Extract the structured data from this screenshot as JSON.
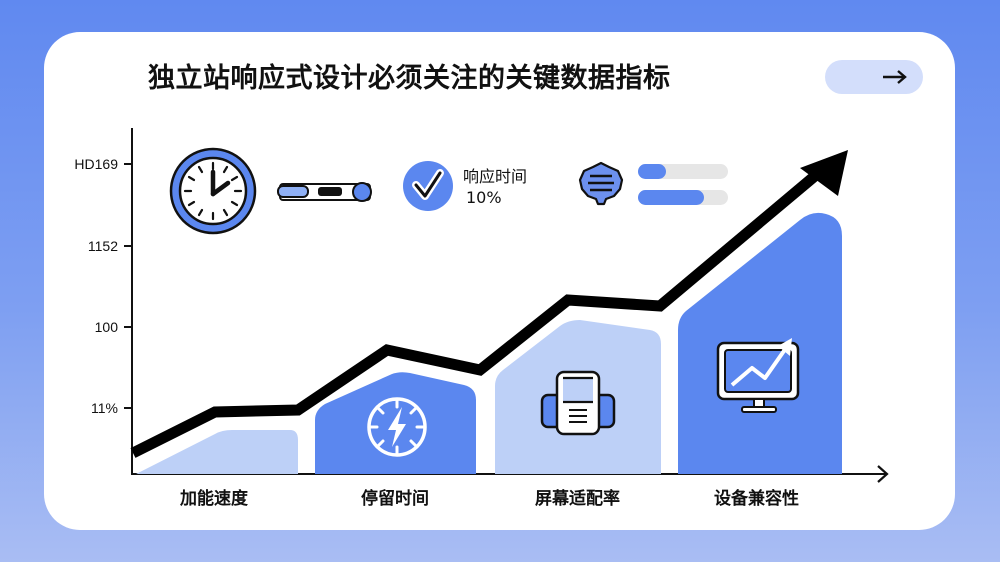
{
  "title": "独立站响应式设计必须关注的关键数据指标",
  "nav_button": {
    "icon": "arrow-right-icon",
    "label": "→"
  },
  "colors": {
    "background": "#6089f0",
    "card": "#ffffff",
    "accent_dark": "#5b87ef",
    "accent_light": "#bdd0f7",
    "pill": "#d3defb",
    "line": "#000000"
  },
  "top_metrics": {
    "clock_icon": "clock-icon",
    "slider_icon": "toggle-slider-icon",
    "check_icon": "check-badge-icon",
    "response_label": "响应时间",
    "response_value": "10%",
    "menu_badge_icon": "menu-badge-icon",
    "progress_bars": [
      {
        "fill_percent": 22
      },
      {
        "fill_percent": 73
      }
    ]
  },
  "chart_data": {
    "type": "area",
    "title": "独立站响应式设计必须关注的关键数据指标",
    "xlabel": "",
    "ylabel": "",
    "y_tick_labels": [
      "HD169",
      "1152",
      "100",
      "11%"
    ],
    "categories": [
      "加能速度",
      "停留时间",
      "屏幕适配率",
      "设备兼容性"
    ],
    "series": [
      {
        "name": "trend-line",
        "values": [
          28,
          62,
          76,
          100
        ]
      },
      {
        "name": "category-blocks",
        "values": [
          18,
          44,
          62,
          88
        ]
      }
    ],
    "block_icons": [
      "",
      "lightning-gauge-icon",
      "document-printer-icon",
      "monitor-chart-icon"
    ],
    "grid": false,
    "legend": "none"
  }
}
